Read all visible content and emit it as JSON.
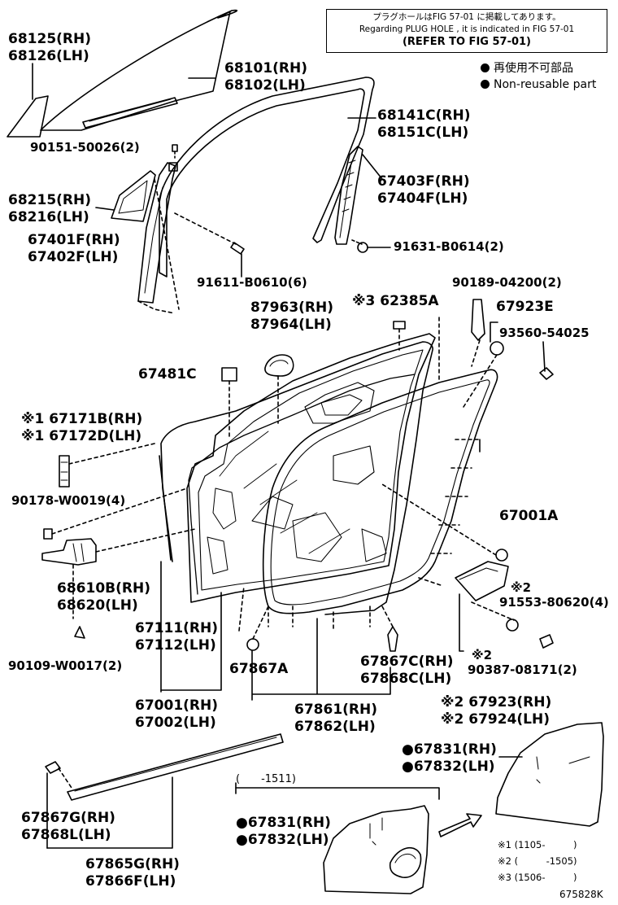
{
  "header_note": {
    "line1": "プラグホールはFIG 57-01 に掲載してあります。",
    "line2": "Regarding PLUG HOLE , it is indicated in FIG 57-01",
    "line3": "(REFER TO FIG 57-01)"
  },
  "legend": [
    "再使用不可部品",
    "Non-reusable part"
  ],
  "labels": {
    "p68125": "68125(RH)",
    "p68126": "68126(LH)",
    "p68101": "68101(RH)",
    "p68102": "68102(LH)",
    "p68141": "68141C(RH)",
    "p68151": "68151C(LH)",
    "p90151": "90151-50026(2)",
    "p67403": "67403F(RH)",
    "p67404": "67404F(LH)",
    "p68215": "68215(RH)",
    "p68216": "68216(LH)",
    "p67401": "67401F(RH)",
    "p67402": "67402F(LH)",
    "p91631": "91631-B0614(2)",
    "p91611": "91611-B0610(6)",
    "p90189": "90189-04200(2)",
    "p62385": "※3 62385A",
    "p87963": "87963(RH)",
    "p87964": "87964(LH)",
    "p67923e": "67923E",
    "p93560": "93560-54025",
    "p67481": "67481C",
    "p67171": "※1 67171B(RH)",
    "p67172": "※1 67172D(LH)",
    "p90178": "90178-W0019(4)",
    "p67001a": "67001A",
    "p68610": "68610B(RH)",
    "p68620": "68620(LH)",
    "p91553": "91553-80620(4)",
    "p91553n": "※2",
    "p67111": "67111(RH)",
    "p67112": "67112(LH)",
    "p90109": "90109-W0017(2)",
    "p67867a": "67867A",
    "p67867c": "67867C(RH)",
    "p67868c": "67868C(LH)",
    "p90387n": "※2",
    "p90387": "90387-08171(2)",
    "p67001": "67001(RH)",
    "p67002": "67002(LH)",
    "p67861": "67861(RH)",
    "p67862": "67862(LH)",
    "p67923": "※2 67923(RH)",
    "p67924": "※2 67924(LH)",
    "p67831a": "●67831(RH)",
    "p67832a": "●67832(LH)",
    "p1511": "(　　-1511)",
    "p67831b": "●67831(RH)",
    "p67832b": "●67832(LH)",
    "p67867g": "67867G(RH)",
    "p67868l": "67868L(LH)",
    "p67865": "67865G(RH)",
    "p67866": "67866F(LH)"
  },
  "footnotes": [
    "※1 (1105-　　　)",
    "※2 (　　　-1505)",
    "※3 (1506-　　　)"
  ],
  "figure_number": "675828K"
}
